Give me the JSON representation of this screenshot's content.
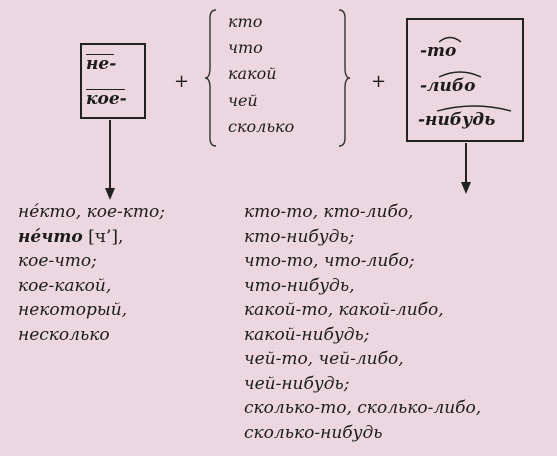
{
  "prefixes": {
    "ne": "не-",
    "koe": "кое-"
  },
  "plus_sign": "+",
  "pronouns": [
    "кто",
    "что",
    "какой",
    "чей",
    "сколько"
  ],
  "suffixes": {
    "to": "-то",
    "libo": "-либо",
    "nibud": "-нибудь"
  },
  "left_results": {
    "line1": "нéкто, кое-кто;",
    "line2_word": "нéчто",
    "line2_note": "[ч’],",
    "line3": "кое-что;",
    "line4": "кое-какой,",
    "line5": "некоторый,",
    "line6": "несколько"
  },
  "right_results": [
    "кто-то, кто-либо,",
    "кто-нибудь;",
    "что-то, что-либо;",
    "что-нибудь,",
    "какой-то, какой-либо,",
    "какой-нибудь;",
    "чей-то, чей-либо,",
    "чей-нибудь;",
    "сколько-то, сколько-либо,",
    "сколько-нибудь"
  ]
}
